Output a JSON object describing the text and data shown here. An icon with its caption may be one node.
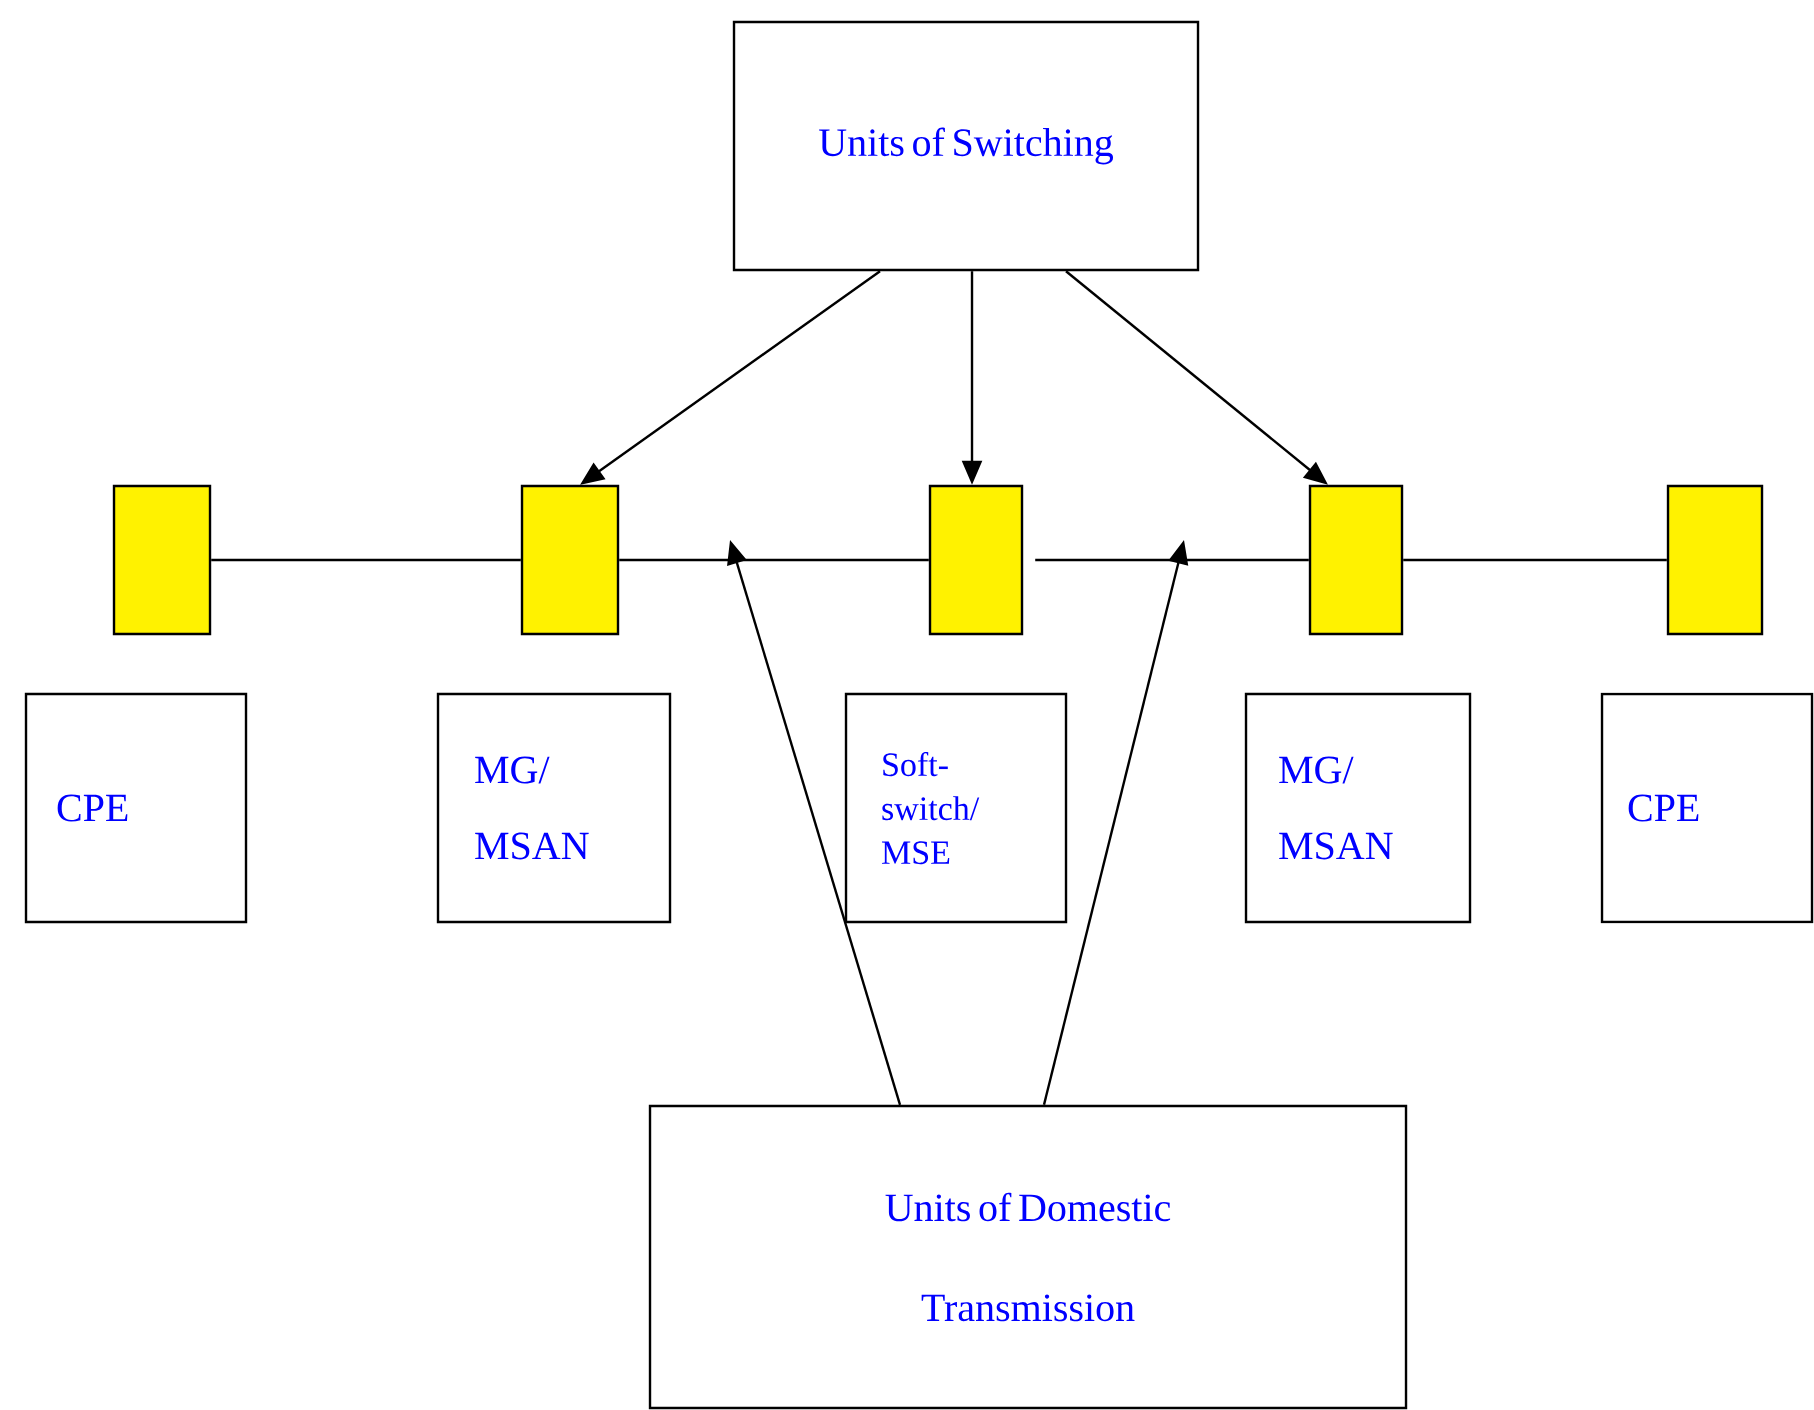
{
  "diagram": {
    "nodes": [
      {
        "text": [
          "Units of Switching"
        ]
      },
      {
        "text": [],
        "shape": "box"
      },
      {
        "text": [],
        "shape": "box"
      },
      {
        "text": [],
        "shape": "box"
      },
      {
        "text": [],
        "shape": "box"
      },
      {
        "text": [],
        "shape": "box"
      },
      {
        "text": [
          "CPE"
        ]
      },
      {
        "text": [
          "MG/ MSAN"
        ]
      },
      {
        "text": [
          "Soft- switch/ MSE"
        ]
      },
      {
        "text": [
          "MG/ MSAN"
        ]
      },
      {
        "text": [
          "CPE"
        ]
      },
      {
        "text": [
          "Units of Domestic Transmission"
        ]
      }
    ],
    "edges": [
      {
        "from": 0,
        "to": 2,
        "arrow": "to"
      },
      {
        "from": 0,
        "to": 3,
        "arrow": "to"
      },
      {
        "from": 0,
        "to": 4,
        "arrow": "to"
      },
      {
        "from": 1,
        "to": 2,
        "arrow": "none"
      },
      {
        "from": 2,
        "to": 3,
        "arrow": "none"
      },
      {
        "from": 3,
        "to": 4,
        "arrow": "none"
      },
      {
        "from": 4,
        "to": 5,
        "arrow": "none"
      },
      {
        "from": 11,
        "to": null,
        "arrow": "to"
      },
      {
        "from": 11,
        "to": null,
        "arrow": "to"
      }
    ]
  }
}
